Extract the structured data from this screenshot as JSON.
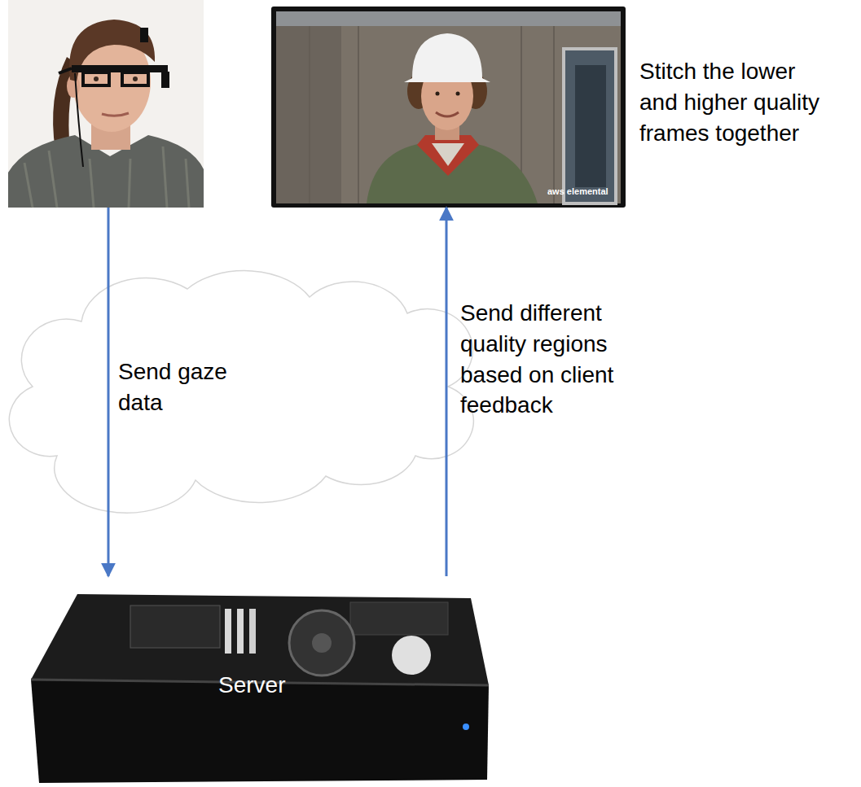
{
  "diagram": {
    "nodes": [
      {
        "text": []
      },
      {
        "text": [
          "Stitch the lower and higher quality frames together"
        ]
      },
      {
        "text": [
          "Server"
        ]
      }
    ],
    "edges": [
      {
        "from": 0,
        "to": 2,
        "arrow": "to",
        "label": "Send gaze data"
      },
      {
        "from": 2,
        "to": 1,
        "arrow": "to",
        "label": "Send different quality regions based on client feedback"
      }
    ],
    "labels": [
      "aws elemental"
    ]
  }
}
